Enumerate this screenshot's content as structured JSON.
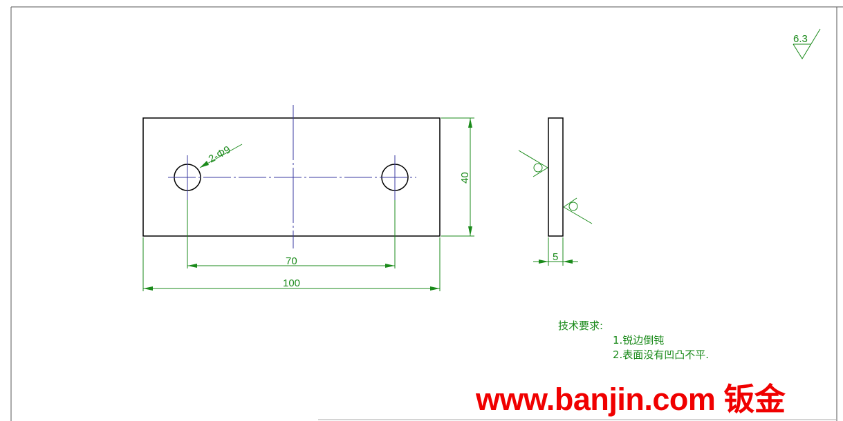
{
  "drawing": {
    "roughness": "6.3",
    "dimensions": {
      "height": "40",
      "hole_spacing": "70",
      "length": "100",
      "thickness": "5",
      "holes": "2-Φ9"
    },
    "notes": {
      "title": "技术要求:",
      "items": [
        "1.锐边倒钝",
        "2.表面没有凹凸不平."
      ]
    },
    "watermark": "www.banjin.com 钣金"
  },
  "colors": {
    "line": "#000000",
    "dimension": "#1a8a1a",
    "center": "#3a3aa0",
    "watermark": "#f00000"
  }
}
